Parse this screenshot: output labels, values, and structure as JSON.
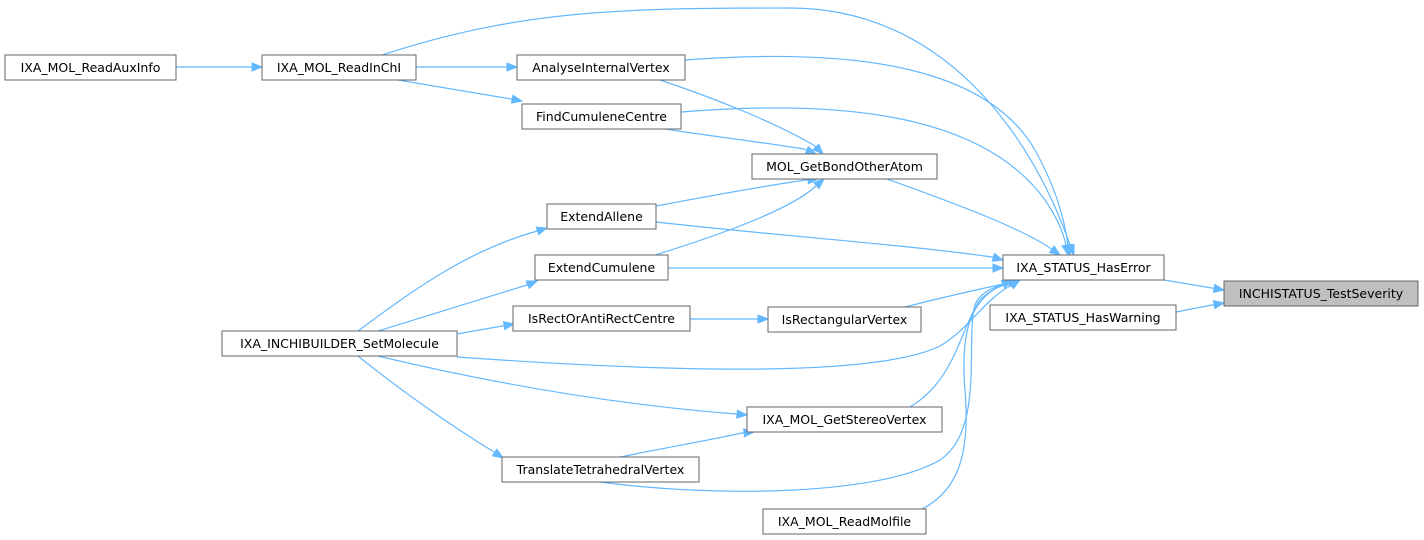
{
  "graph": {
    "nodes": [
      {
        "id": "n0",
        "label": "INCHISTATUS_TestSeverity"
      },
      {
        "id": "n1",
        "label": "IXA_STATUS_HasError"
      },
      {
        "id": "n2",
        "label": "IXA_STATUS_HasWarning"
      },
      {
        "id": "n3",
        "label": "IXA_MOL_ReadInChI"
      },
      {
        "id": "n4",
        "label": "IXA_MOL_ReadAuxInfo"
      },
      {
        "id": "n5",
        "label": "AnalyseInternalVertex"
      },
      {
        "id": "n6",
        "label": "FindCumuleneCentre"
      },
      {
        "id": "n7",
        "label": "MOL_GetBondOtherAtom"
      },
      {
        "id": "n8",
        "label": "ExtendAllene"
      },
      {
        "id": "n9",
        "label": "ExtendCumulene"
      },
      {
        "id": "n10",
        "label": "IsRectOrAntiRectCentre"
      },
      {
        "id": "n11",
        "label": "IsRectangularVertex"
      },
      {
        "id": "n12",
        "label": "IXA_INCHIBUILDER_SetMolecule"
      },
      {
        "id": "n13",
        "label": "IXA_MOL_GetStereoVertex"
      },
      {
        "id": "n14",
        "label": "TranslateTetrahedralVertex"
      },
      {
        "id": "n15",
        "label": "IXA_MOL_ReadMolfile"
      }
    ],
    "edges": [
      {
        "from": "n1",
        "to": "n0"
      },
      {
        "from": "n2",
        "to": "n0"
      },
      {
        "from": "n3",
        "to": "n1"
      },
      {
        "from": "n5",
        "to": "n1"
      },
      {
        "from": "n6",
        "to": "n1"
      },
      {
        "from": "n7",
        "to": "n1"
      },
      {
        "from": "n8",
        "to": "n1"
      },
      {
        "from": "n9",
        "to": "n1"
      },
      {
        "from": "n11",
        "to": "n1"
      },
      {
        "from": "n12",
        "to": "n1"
      },
      {
        "from": "n13",
        "to": "n1"
      },
      {
        "from": "n14",
        "to": "n1"
      },
      {
        "from": "n15",
        "to": "n1"
      },
      {
        "from": "n4",
        "to": "n3"
      },
      {
        "from": "n3",
        "to": "n5"
      },
      {
        "from": "n3",
        "to": "n6"
      },
      {
        "from": "n5",
        "to": "n7"
      },
      {
        "from": "n6",
        "to": "n7"
      },
      {
        "from": "n8",
        "to": "n7"
      },
      {
        "from": "n9",
        "to": "n7"
      },
      {
        "from": "n12",
        "to": "n8"
      },
      {
        "from": "n12",
        "to": "n9"
      },
      {
        "from": "n12",
        "to": "n10"
      },
      {
        "from": "n10",
        "to": "n11"
      },
      {
        "from": "n12",
        "to": "n13"
      },
      {
        "from": "n12",
        "to": "n14"
      },
      {
        "from": "n14",
        "to": "n13"
      }
    ],
    "colors": {
      "edge": "#63b8ff",
      "node_border": "#666666",
      "root_fill": "#bfbfbf"
    }
  }
}
